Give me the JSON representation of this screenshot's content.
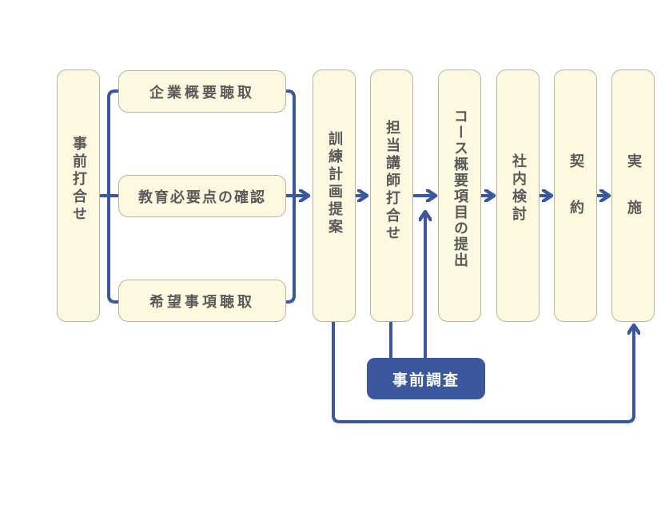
{
  "colors": {
    "box_fill": "#fdf9e1",
    "box_border": "#b9b5a0",
    "connector": "#3b579d",
    "text": "#5a5a5a"
  },
  "steps": {
    "pre_meeting": "事前打合せ",
    "company_overview": "企業概要聴取",
    "training_needs": "教育必要点の確認",
    "wish_items": "希望事項聴取",
    "training_plan": "訓練計画提案",
    "instructor_meeting": "担当講師打合せ",
    "course_outline": "コース概要項目の提出",
    "internal_review": "社内検討",
    "contract": "契約",
    "implementation": "実施"
  },
  "research": "事前調査"
}
